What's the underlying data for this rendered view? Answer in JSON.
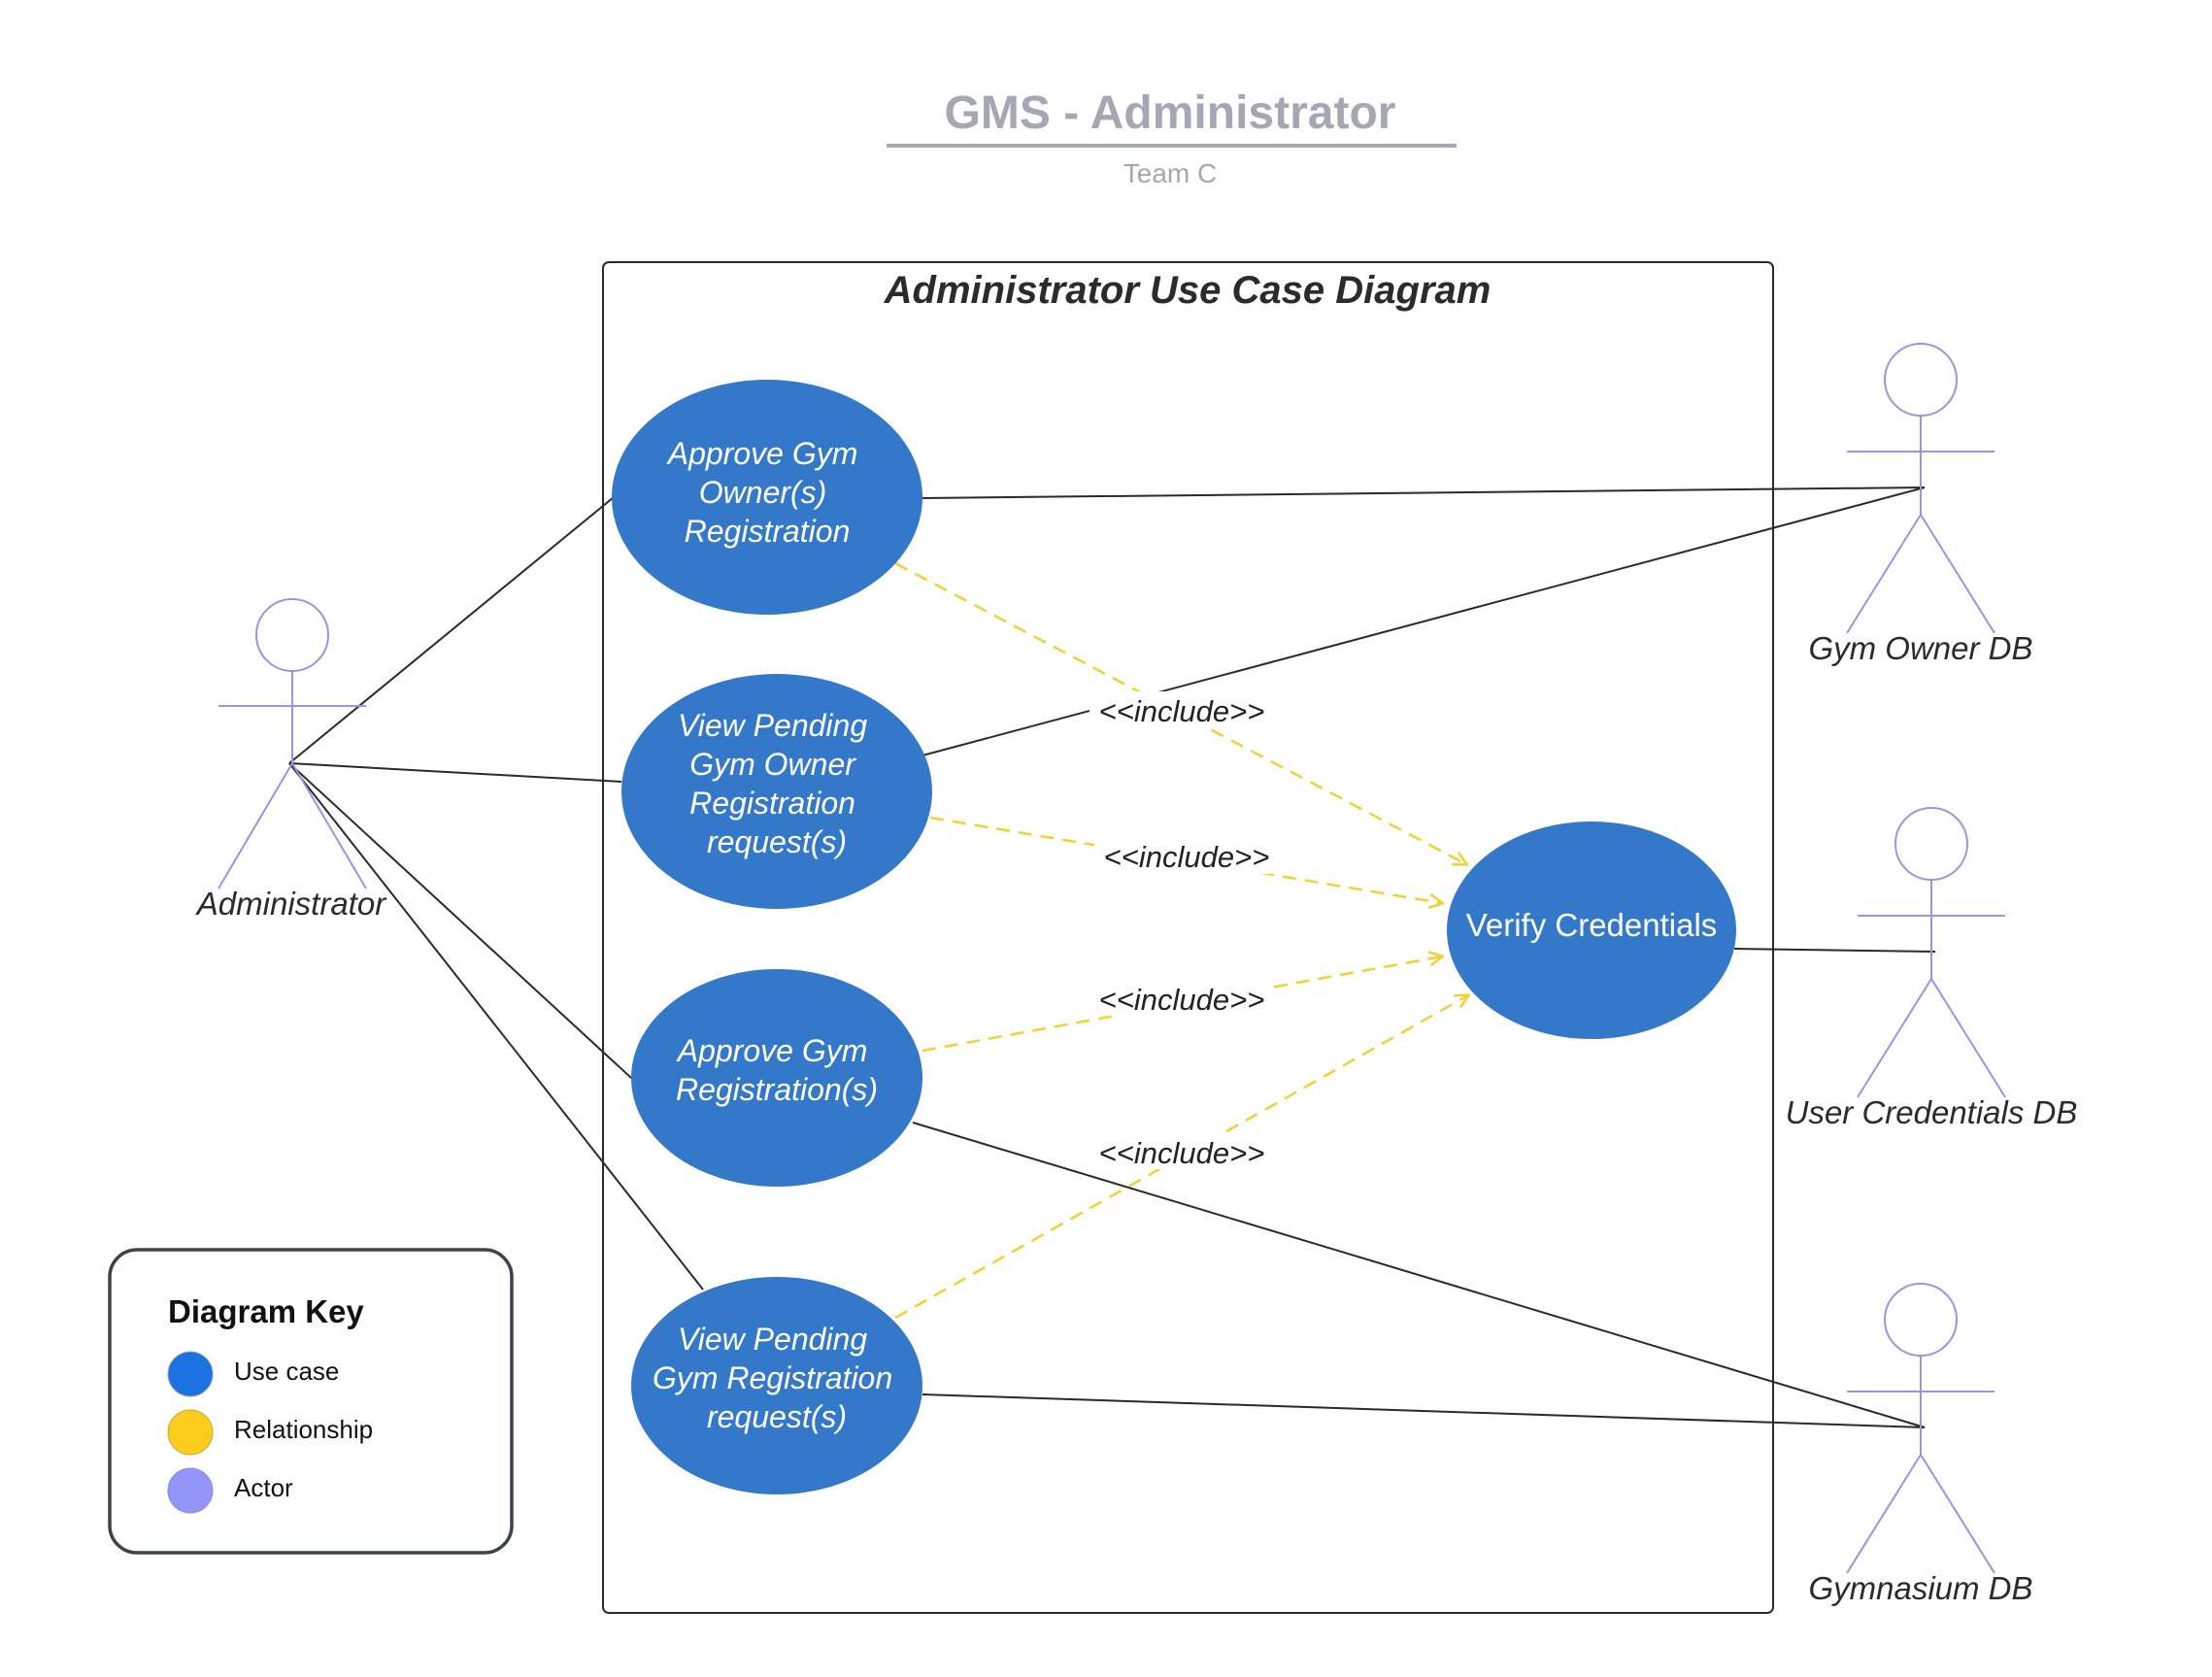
{
  "header": {
    "title": "GMS - Administrator",
    "subtitle": "Team C"
  },
  "system_boundary": {
    "title": "Administrator Use Case Diagram"
  },
  "use_cases": {
    "approve_gym_owner": [
      "Approve Gym",
      "Owner(s)",
      "Registration"
    ],
    "view_pending_owner": [
      "View Pending",
      "Gym Owner",
      "Registration",
      "request(s)"
    ],
    "approve_gym": [
      "Approve Gym",
      "Registration(s)"
    ],
    "view_pending_gym": [
      "View Pending",
      "Gym Registration",
      "request(s)"
    ],
    "verify_credentials": [
      "Verify Credentials"
    ]
  },
  "actors": {
    "administrator": "Administrator",
    "gym_owner_db": "Gym Owner DB",
    "user_credentials_db": "User Credentials DB",
    "gymnasium_db": "Gymnasium DB"
  },
  "relationships": {
    "include_1": "<<include>>",
    "include_2": "<<include>>",
    "include_3": "<<include>>",
    "include_4": "<<include>>"
  },
  "legend": {
    "title": "Diagram Key",
    "items": [
      {
        "label": "Use case",
        "color": "#1a73e0"
      },
      {
        "label": "Relationship",
        "color": "#fccc1c"
      },
      {
        "label": "Actor",
        "color": "#9396f8"
      }
    ]
  },
  "colors": {
    "use_case_fill": "#3478c9",
    "include_line": "#f4d030",
    "actor_stroke": "#9596e6",
    "association_line": "#2a2a2a",
    "title_gray": "#a3a8b2"
  }
}
